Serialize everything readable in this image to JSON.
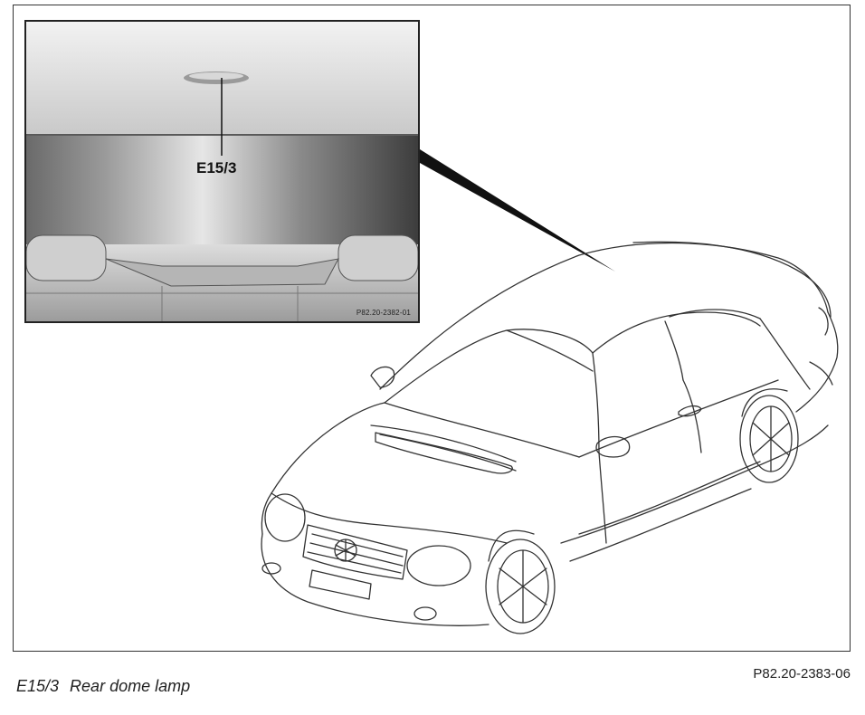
{
  "inset": {
    "component_label": "E15/3",
    "image_ref": "P82.20-2382-01"
  },
  "caption": {
    "code": "E15/3",
    "description": "Rear dome lamp"
  },
  "figure_id": "P82.20-2383-06"
}
